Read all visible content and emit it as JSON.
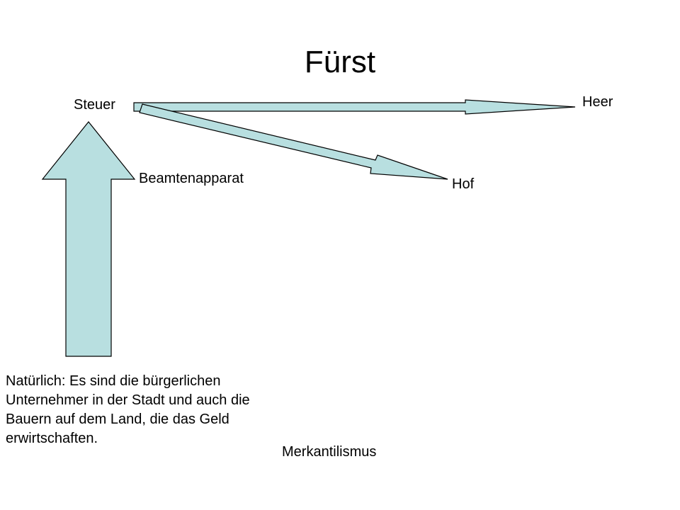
{
  "slide": {
    "title": "Fürst",
    "labels": {
      "steuer": "Steuer",
      "heer": "Heer",
      "beamtenapparat": "Beamtenapparat",
      "hof": "Hof",
      "merkantilismus": "Merkantilismus"
    },
    "note": "Natürlich: Es sind die bürgerlichen Unternehmer in der Stadt und auch die Bauern auf dem Land, die das Geld erwirtschaften."
  },
  "colors": {
    "arrow_fill": "#b8dfe0",
    "arrow_stroke": "#000000",
    "text": "#000000",
    "background": "#ffffff"
  }
}
